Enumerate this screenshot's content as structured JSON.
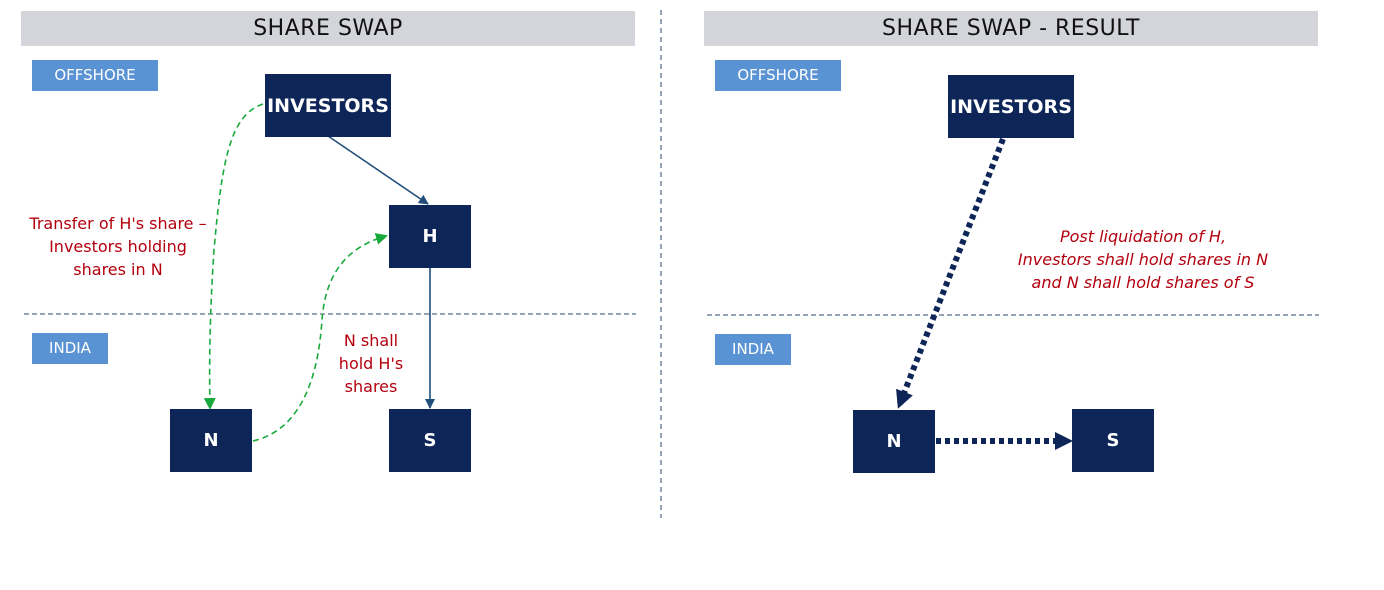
{
  "left_panel": {
    "title": "SHARE SWAP",
    "offshore_label": "OFFSHORE",
    "india_label": "INDIA",
    "nodes": {
      "investors": "INVESTORS",
      "h": "H",
      "n": "N",
      "s": "S"
    },
    "notes": {
      "transfer": [
        "Transfer of H's share –",
        "Investors holding",
        "shares in N"
      ],
      "n_hold": [
        "N shall",
        "hold H's",
        "shares"
      ]
    }
  },
  "right_panel": {
    "title": "SHARE SWAP - RESULT",
    "offshore_label": "OFFSHORE",
    "india_label": "INDIA",
    "nodes": {
      "investors": "INVESTORS",
      "n": "N",
      "s": "S"
    },
    "notes": {
      "result": [
        "Post liquidation of H,",
        "Investors shall hold shares in N",
        "and N shall hold shares of S"
      ]
    }
  },
  "colors": {
    "node_fill": "#0e2558",
    "title_bar": "#d3d5db",
    "region_tag": "#5a93d4",
    "arrow_solid": "#1f4e7a",
    "arrow_dashed_green": "#1aaa3c",
    "annotation_text": "#b3000e",
    "divider": "#2b4a73"
  }
}
